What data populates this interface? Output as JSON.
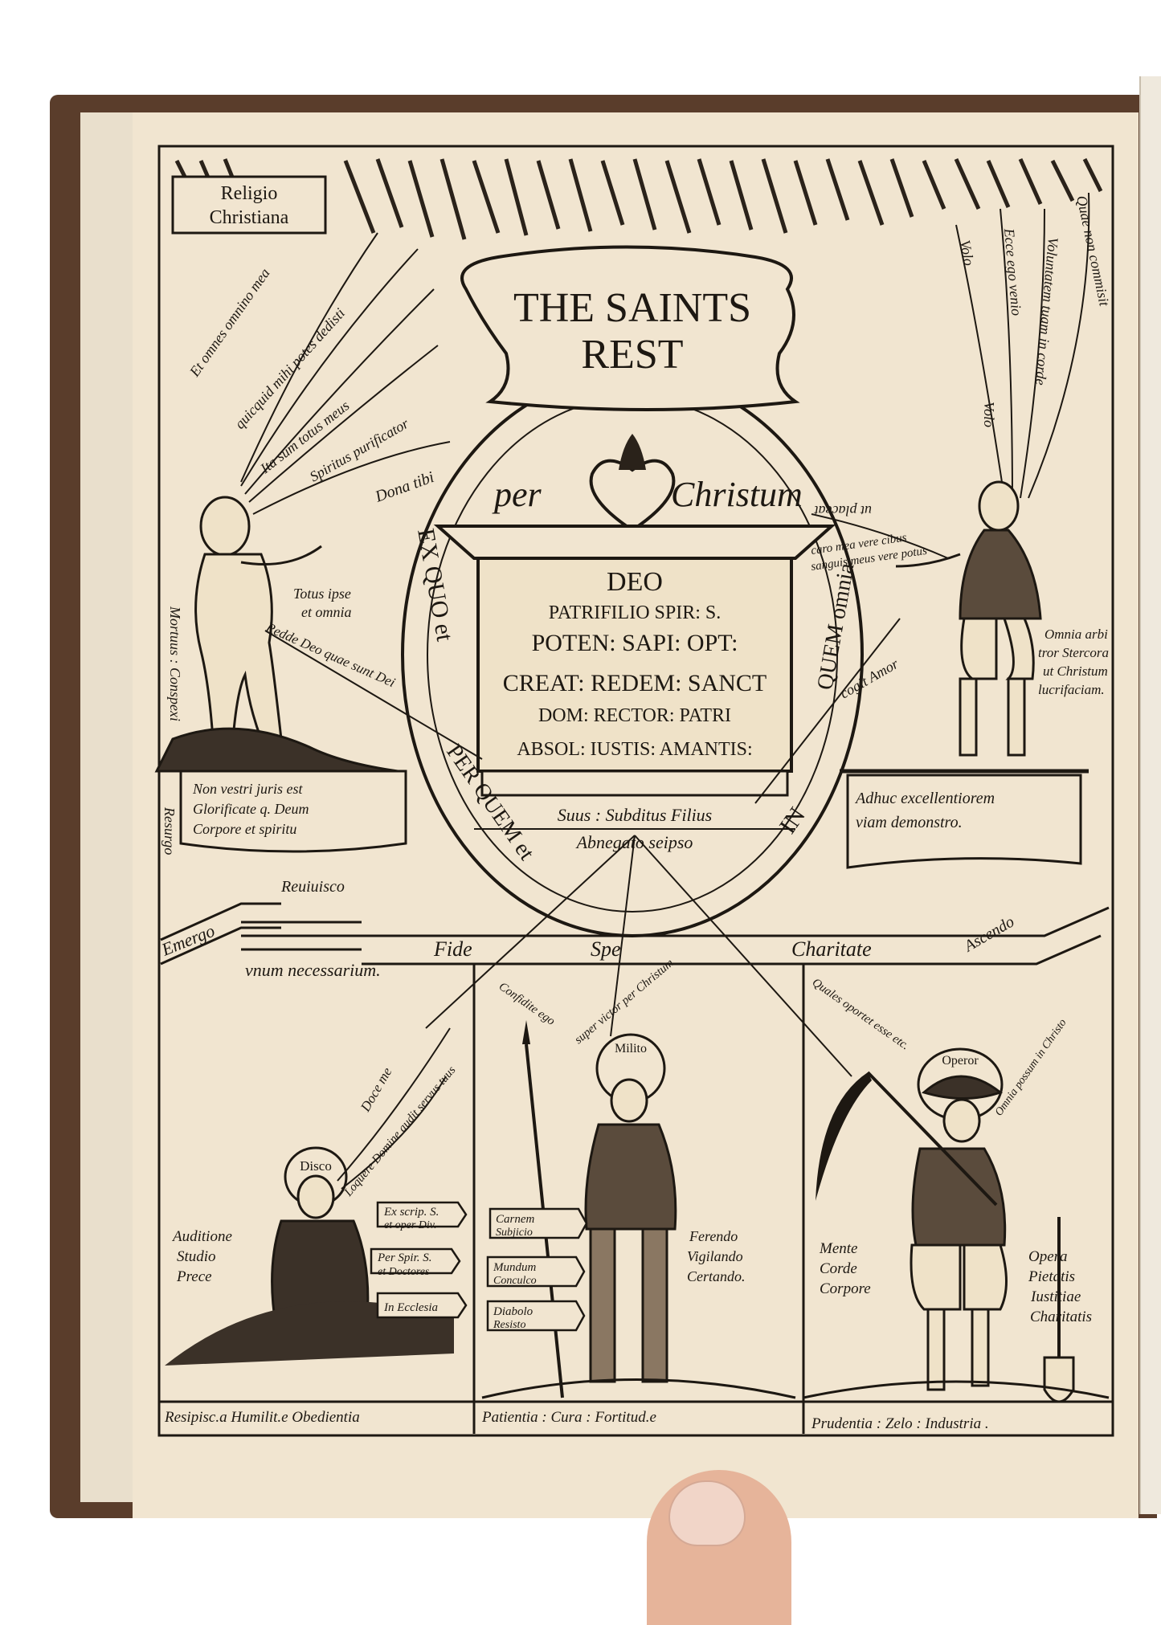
{
  "colors": {
    "paper": "#f1e5d0",
    "ink": "#1d1812",
    "cover": "#5a3d2b",
    "skin": "#e6b49a"
  },
  "plate": {
    "corner_label": {
      "line1": "Religio",
      "line2": "Christiana"
    },
    "title": {
      "line1": "THE SAINTS",
      "line2": "REST"
    },
    "per": "per",
    "christum": "Christum",
    "altar": {
      "line1": "DEO",
      "line2": "PATRIFILIO SPIR: S.",
      "line3": "POTEN: SAPI: OPT:",
      "line4": "CREAT: REDEM: SANCT",
      "line5": "DOM: RECTOR: PATRI",
      "line6": "ABSOL: IUSTIS: AMANTIS:"
    },
    "under_altar1": "Suus : Subditus Filius",
    "under_altar2": "Abnegato seipso",
    "oval_left": "EX QUO et",
    "oval_left_lower": "PER QUEM et",
    "oval_right": "QUEM omnia",
    "oval_right_lower": "IN",
    "left_figure": {
      "rays": [
        "Et omnes omnino mea",
        "quicquid mihi potes dedisti",
        "Ita sum totus meus",
        "Spiritus purificator",
        "Dona tibi"
      ],
      "side_text": "Mortuus : Conspexi",
      "text1": "Totus ipse",
      "text2": "et omnia",
      "line": "Redde Deo quae sunt Dei",
      "box1": "Non vestri juris est",
      "box2": "Glorificate q. Deum",
      "box3": "Corpore et spiritu",
      "resurgo": "Resurgo"
    },
    "right_figure": {
      "rays": [
        "Volo",
        "Ecce ego venio",
        "Voluntatem tuam in corde",
        "Quae non commisit"
      ],
      "banner": "ut placeat",
      "caro1": "caro mea vere cibus",
      "caro2": "sanguis meus vere potus",
      "volo": "Volo",
      "cogit": "cogit Amor",
      "text1": "Omnia arbi",
      "text2": "tror Stercora",
      "text3": "ut Christum",
      "text4": "lucrifaciam.",
      "box1": "Adhuc excellentiorem",
      "box2": "viam demonstro."
    },
    "mid": {
      "emergo": "Emergo",
      "reuiuisco": "Reuiuisco",
      "unum": "vnum necessarium.",
      "fide": "Fide",
      "spe": "Spe",
      "charitate": "Charitate",
      "ascendo": "Ascendo"
    },
    "panel1": {
      "halo": "Disco",
      "rays": [
        "Doce me",
        "Loquere Domine audit servus tuus"
      ],
      "side1": "Auditione",
      "side2": "Studio",
      "side3": "Prece",
      "sign1": "Ex scrip. S.",
      "sign1b": "et oper Div.",
      "sign2": "Per Spir. S.",
      "sign2b": "et Doctores",
      "sign3": "In Ecclesia",
      "virtues": "Resipisc.a Humilit.e Obedientia"
    },
    "panel2": {
      "halo": "Milito",
      "ray1": "Confidite ego",
      "ray2": "super victor per Christum",
      "sign1": "Carnem",
      "sign1b": "Subjicio",
      "sign2": "Mundum",
      "sign2b": "Conculco",
      "sign3": "Diabolo",
      "sign3b": "Resisto",
      "side1": "Ferendo",
      "side2": "Vigilando",
      "side3": "Certando.",
      "virtues": "Patientia : Cura : Fortitud.e"
    },
    "panel3": {
      "halo": "Operor",
      "ray1": "Quales oportet esse etc.",
      "ray2": "Omnia possum in Christo",
      "side1": "Mente",
      "side2": "Corde",
      "side3": "Corpore",
      "right1": "Opera",
      "right2": "Pietatis",
      "right3": "Iustitiae",
      "right4": "Charitatis",
      "virtues": "Prudentia : Zelo : Industria ."
    }
  }
}
